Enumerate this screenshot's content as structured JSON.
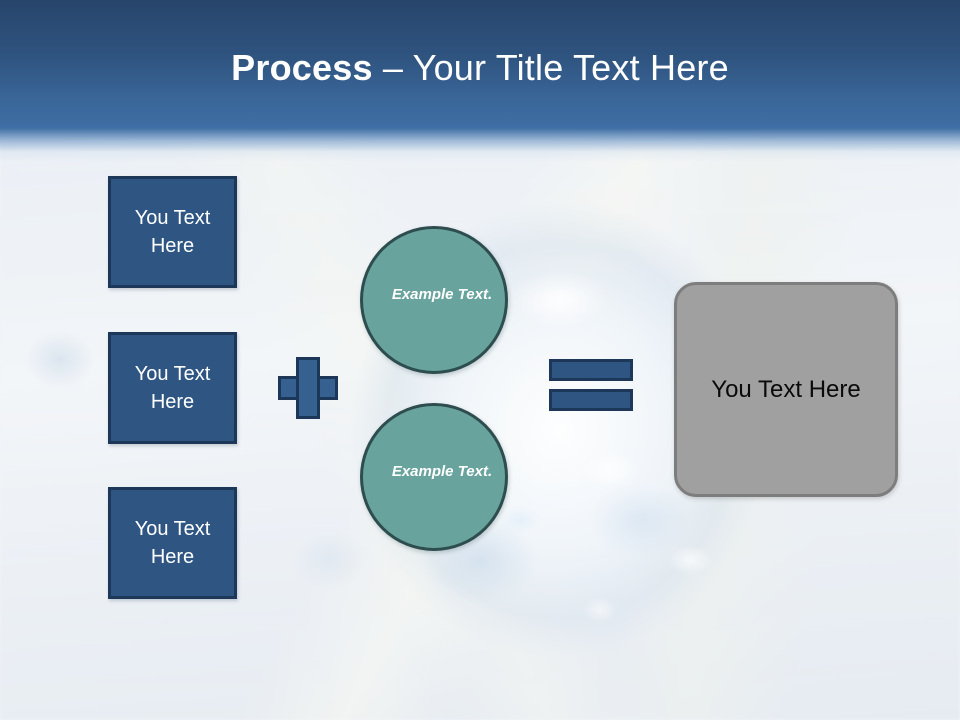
{
  "slide": {
    "title_bold": "Process",
    "title_separator": " – ",
    "title_rest": "Your Title Text Here",
    "title_full": "Process – Your Title Text Here"
  },
  "colors": {
    "header_top": "#27456b",
    "header_bottom": "#3f6ea4",
    "blue_fill": "#2f5683",
    "blue_border": "#1c3758",
    "plus_fill": "#36608f",
    "green_fill": "#69a39d",
    "green_border": "#2d4d4f",
    "gray_fill": "#a0a0a0",
    "gray_border": "#7d7d7d",
    "title_text": "#ffffff",
    "gray_box_text": "#0a0a0a"
  },
  "inputs": {
    "boxes": [
      {
        "label": "You Text Here"
      },
      {
        "label": "You Text Here"
      },
      {
        "label": "You Text Here"
      }
    ]
  },
  "operators": {
    "plus": "+",
    "equals": "="
  },
  "circles": [
    {
      "label": "Example Text."
    },
    {
      "label": "Example Text."
    }
  ],
  "result": {
    "label": "You Text Here"
  }
}
